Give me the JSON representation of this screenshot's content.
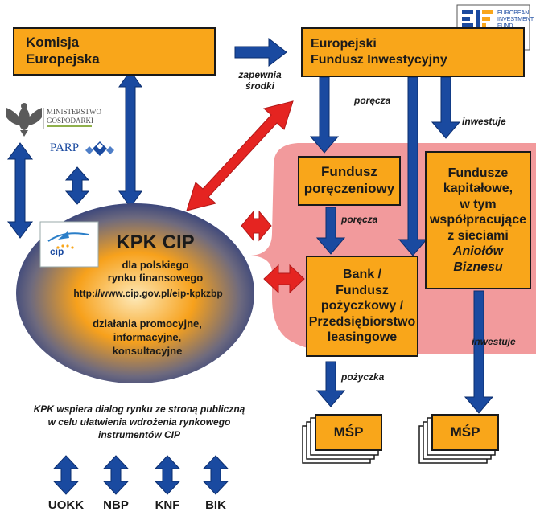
{
  "boxes": {
    "komisja": "Komisja\nEuropejska",
    "eif": "Europejski\nFundusz Inwestycyjny",
    "fundusz_poreczeniowy": "Fundusz\nporęczeniowy",
    "fundusze_kapitalowe_1": "Fundusze\nkapitałowe,\nw tym\nwspółpracujące\nz sieciami",
    "fundusze_kapitalowe_2": "Aniołów\nBiznesu",
    "bank": "Bank /\nFundusz\npożyczkowy /\nPrzedsiębiorstwo\nleasingowe",
    "msp_1": "MŚP",
    "msp_2": "MŚP"
  },
  "labels": {
    "zapewnia_srodki": "zapewnia\nśrodki",
    "porecza_1": "poręcza",
    "inwestuje_1": "inwestuje",
    "porecza_2": "poręcza",
    "inwestuje_2": "inwestuje",
    "pozycza": "pożyczka"
  },
  "kpk": {
    "title": "KPK CIP",
    "line1": "dla polskiego\nrynku finansowego",
    "url": "http://www.cip.gov.pl/eip-kpkzbp",
    "activities": "działania promocyjne,\ninformacyjne,\nkonsultacyjne"
  },
  "logos": {
    "eif": "EUROPEAN\nINVESTMENT\nFUND",
    "ministerstwo": "MINISTERSTWO\nGOSPODARKI",
    "parp": "PARP",
    "cip": "cip"
  },
  "dialog_text": "KPK wspiera dialog rynku ze stroną publiczną\nw celu ułatwienia wdrożenia rynkowego\ninstrumentów CIP",
  "institutions": [
    "UOKK",
    "NBP",
    "KNF",
    "BIK"
  ],
  "colors": {
    "box": "#f9a61a",
    "arrow_blue": "#1a4aa0",
    "arrow_red": "#e52421",
    "pink_area": "#f29a9c",
    "eu_blue": "#003399",
    "eu_star": "#ffcc00"
  }
}
